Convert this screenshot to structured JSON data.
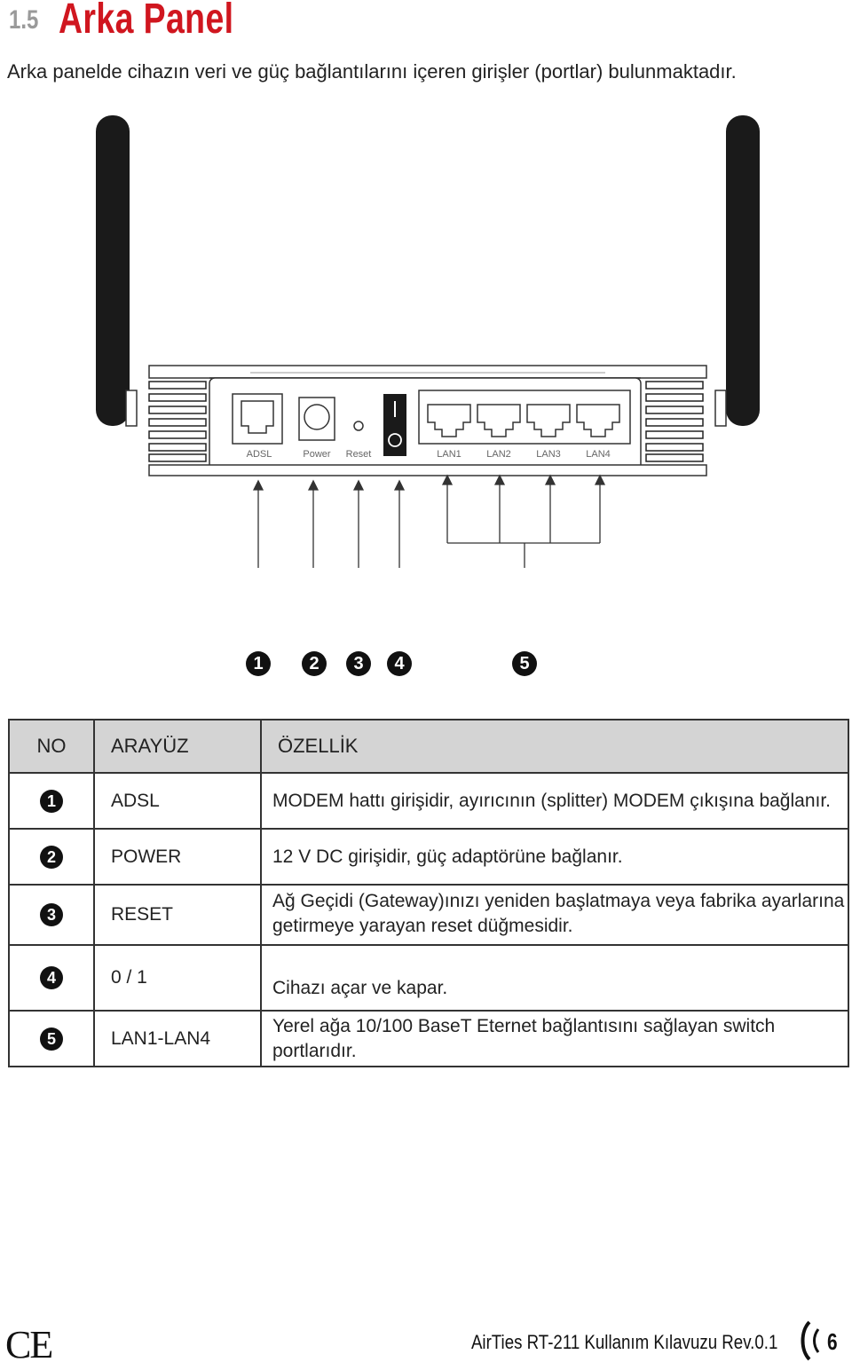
{
  "section": {
    "number": "1.5",
    "title": "Arka Panel"
  },
  "intro": "Arka panelde cihazın veri ve güç bağlantılarını içeren girişler (portlar) bulunmaktadır.",
  "panel_labels": {
    "adsl": "ADSL",
    "power": "Power",
    "reset": "Reset",
    "lan1": "LAN1",
    "lan2": "LAN2",
    "lan3": "LAN3",
    "lan4": "LAN4",
    "switch_on": "I",
    "switch_off": "O"
  },
  "callouts": [
    "1",
    "2",
    "3",
    "4",
    "5"
  ],
  "table": {
    "headers": {
      "no": "NO",
      "interface": "ARAYÜZ",
      "feature": "ÖZELLİK"
    },
    "rows": [
      {
        "no": "1",
        "interface": "ADSL",
        "feature": "MODEM hattı girişidir, ayırıcının (splitter) MODEM çıkışına bağlanır."
      },
      {
        "no": "2",
        "interface": "POWER",
        "feature": "12 V DC girişidir, güç adaptörüne bağlanır."
      },
      {
        "no": "3",
        "interface": "RESET",
        "feature": "Ağ Geçidi (Gateway)ınızı yeniden başlatmaya veya fabrika ayarlarına getirmeye yarayan reset düğmesidir."
      },
      {
        "no": "4",
        "interface": "0 / 1",
        "feature": "Cihazı açar ve kapar."
      },
      {
        "no": "5",
        "interface": "LAN1-LAN4",
        "feature": "Yerel ağa 10/100 BaseT Eternet bağlantısını sağlayan switch portlarıdır."
      }
    ]
  },
  "footer": {
    "ce_mark": "CE",
    "text": "AirTies RT-211 Kullanım Kılavuzu Rev.0.1",
    "page": "6"
  }
}
